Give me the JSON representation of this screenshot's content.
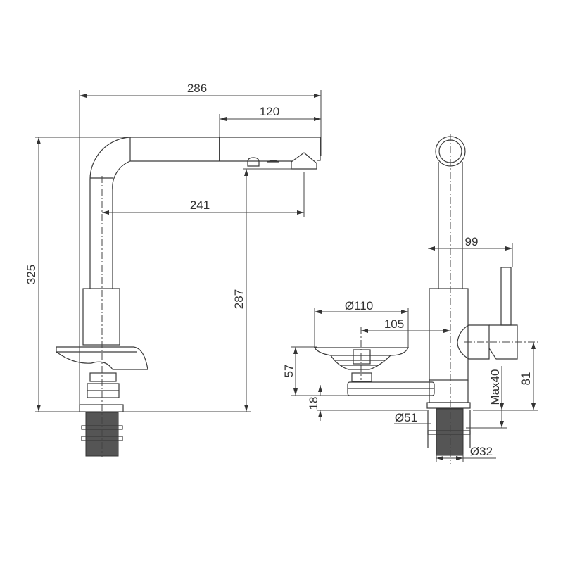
{
  "drawing": {
    "title": "Kitchen faucet dimension drawing",
    "side_view": {
      "dims": {
        "overall_reach": "286",
        "pullout_head": "120",
        "spout_reach": "241",
        "overall_height": "325",
        "spout_height": "287"
      }
    },
    "front_view": {
      "dims": {
        "handle_offset": "99",
        "dish_diameter": "Ø110",
        "dish_offset": "105",
        "dish_height": "57",
        "lever_height": "18",
        "base_diameter": "Ø51",
        "max_deck": "Max40",
        "handle_height": "81",
        "shank_diameter": "Ø32"
      }
    }
  }
}
